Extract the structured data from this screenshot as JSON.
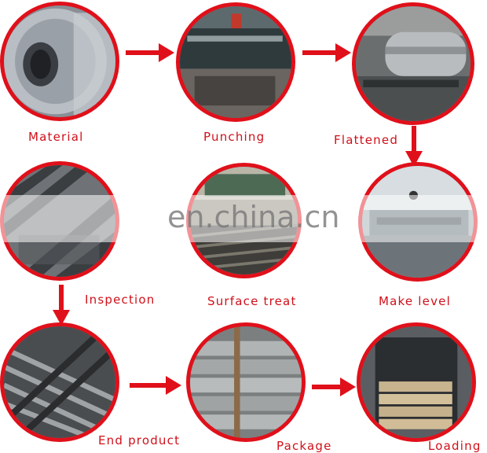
{
  "steps": [
    {
      "label": "Material",
      "icon": "steel-coil-photo"
    },
    {
      "label": "Punching",
      "icon": "punching-machine-photo"
    },
    {
      "label": "Flattened",
      "icon": "flattening-machine-photo"
    },
    {
      "label": "Inspection",
      "icon": "inspection-mesh-photo"
    },
    {
      "label": "Surface treat",
      "icon": "surface-treatment-photo"
    },
    {
      "label": "Make level",
      "icon": "leveling-machine-photo"
    },
    {
      "label": "End product",
      "icon": "expanded-mesh-product-photo"
    },
    {
      "label": "Package",
      "icon": "packaged-sheets-photo"
    },
    {
      "label": "Loading",
      "icon": "container-loading-photo"
    }
  ],
  "watermark": "en.china.cn",
  "colors": {
    "accent": "#e0101a",
    "label": "#d0101a"
  }
}
